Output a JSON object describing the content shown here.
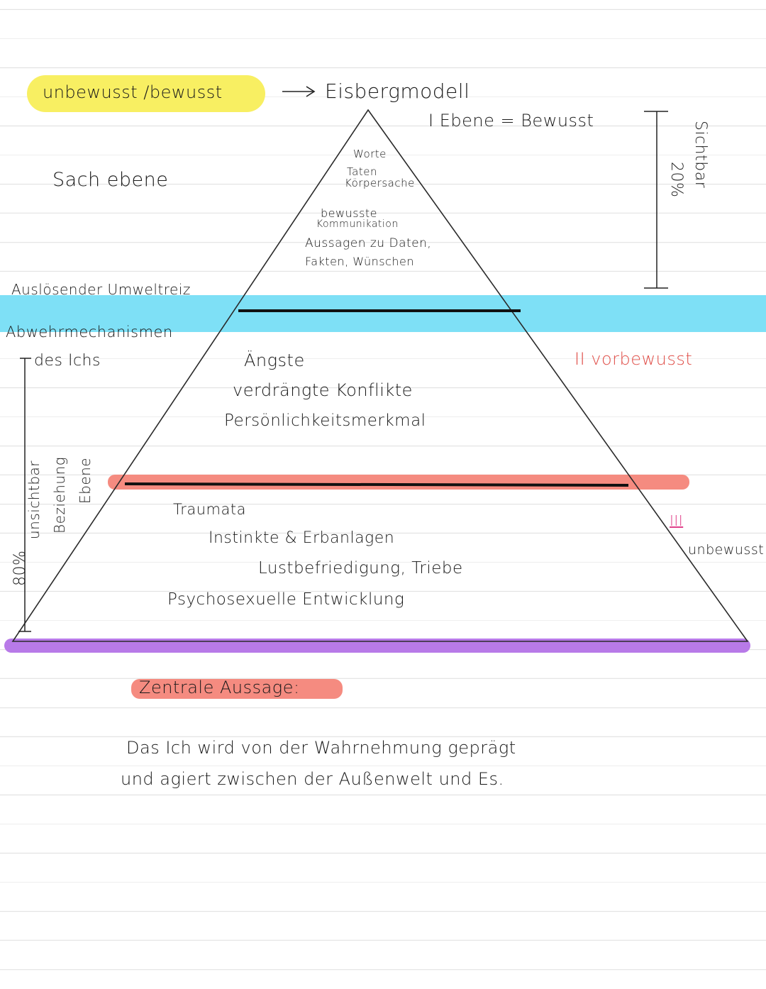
{
  "header": {
    "title_highlight": "unbewusst /bewusst",
    "arrow": "→",
    "model_title": "Eisbergmodell"
  },
  "left": {
    "sach": "Sach ebene",
    "reiz": "Auslösender Umweltreiz",
    "abwehr": "Abwehrmechanismen",
    "ichs": "des Ichs",
    "unsichtbar": "unsichtbar",
    "beziehung": "Beziehung",
    "ebene": "Ebene",
    "percent": "80%"
  },
  "right": {
    "level1": "I Ebene = Bewusst",
    "sichtbar": "Sichtbar",
    "percent": "20%",
    "level2": "II vorbewusst",
    "level3_num": "III",
    "level3": "unbewusst"
  },
  "pyramid": {
    "top": [
      "Worte",
      "Taten",
      "Körpersache",
      "bewusste",
      "Kommunikation",
      "Aussagen zu Daten,",
      "Fakten, Wünschen"
    ],
    "middle": [
      "Ängste",
      "verdrängte Konflikte",
      "Persönlichkeitsmerkmal"
    ],
    "bottom": [
      "Traumata",
      "Instinkte & Erbanlagen",
      "Lustbefriedigung, Triebe",
      "Psychosexuelle Entwicklung"
    ]
  },
  "conclusion": {
    "label": "Zentrale Aussage:",
    "line1": "Das Ich wird von der Wahrnehmung geprägt",
    "line2": "und agiert zwischen der Außenwelt und Es."
  },
  "colors": {
    "yellow": "#f8ef62",
    "cyan": "#7ee0f6",
    "salmon": "#f58b80",
    "purple": "#b87ae8",
    "red_text": "#e0504a",
    "pink_text": "#e0408a"
  }
}
